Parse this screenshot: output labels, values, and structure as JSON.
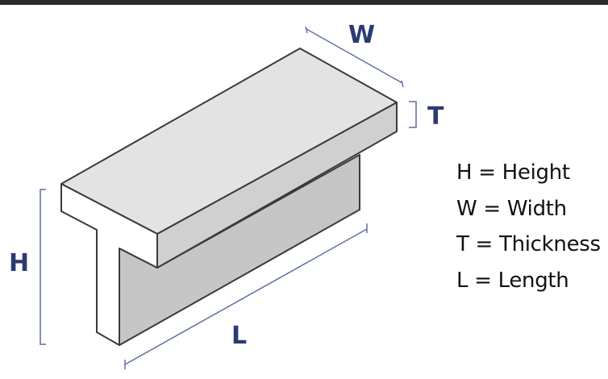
{
  "dimension_labels": {
    "width": "W",
    "thickness": "T",
    "height": "H",
    "length": "L"
  },
  "legend": [
    "H = Height",
    "W = Width",
    "T = Thickness",
    "L = Length"
  ],
  "colors": {
    "label": "#2b3b72",
    "dimension_line": "#5d6f9e",
    "top_face": "#e3e3e3",
    "side_face": "#c6c6c6",
    "outline": "#3a3a3a"
  }
}
